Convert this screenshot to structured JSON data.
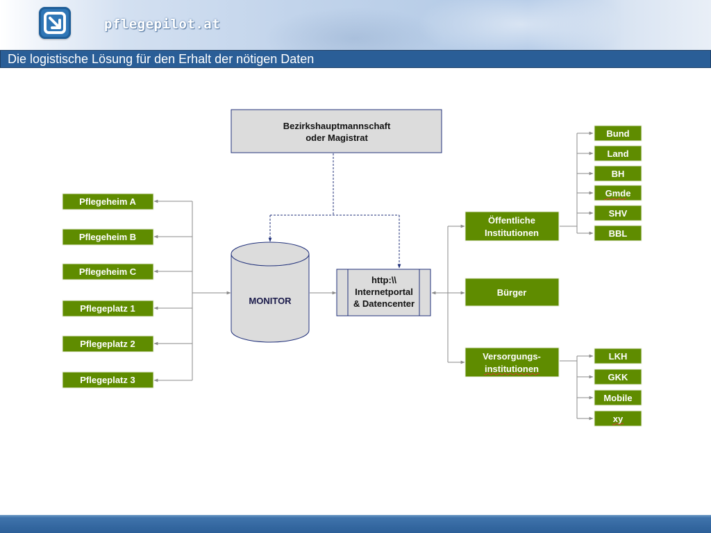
{
  "header": {
    "brand": "pflegepilot.at",
    "title": "Die logistische Lösung für den Erhalt der nötigen Daten",
    "logo_icon": "arrow-down-right-icon"
  },
  "diagram": {
    "authority": [
      "Bezirkshauptmannschaft",
      "oder Magistrat"
    ],
    "monitor": "MONITOR",
    "portal": [
      "http:\\\\",
      "Internetportal",
      "& Datencenter"
    ],
    "homes": [
      "Pflegeheim A",
      "Pflegeheim B",
      "Pflegeheim C",
      "Pflegeplatz 1",
      "Pflegeplatz 2",
      "Pflegeplatz 3"
    ],
    "public_institutions": [
      "Öffentliche",
      "Institutionen"
    ],
    "citizen": "Bürger",
    "care_institutions": [
      "Versorgungs-",
      "institutionen"
    ],
    "public_targets": [
      "Bund",
      "Land",
      "BH",
      "Gmde",
      "SHV",
      "BBL"
    ],
    "care_targets": [
      "LKH",
      "GKK",
      "Mobile",
      "xy"
    ]
  },
  "colors": {
    "green": "#5f8c00",
    "title_blue": "#2a5e97",
    "box_grey": "#dcdcdc",
    "box_border": "#1f2f7a",
    "connector": "#8a8a8a",
    "dashed": "#1f2f7a"
  }
}
